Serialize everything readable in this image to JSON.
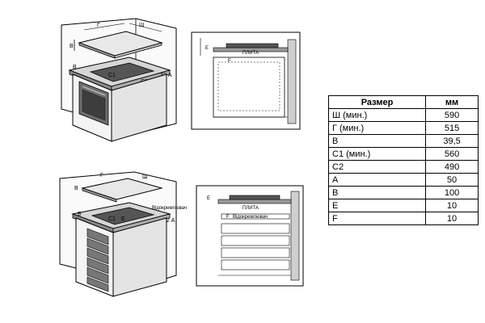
{
  "top_iso": {
    "labels": {
      "g": "Г",
      "w": "Ш",
      "v1": "В",
      "v2": "В",
      "c1": "С1",
      "c2": "С2",
      "a32": "32 А"
    }
  },
  "top_section": {
    "labels": {
      "e": "E",
      "f": "F",
      "plate": "ПЛИТА"
    }
  },
  "bottom_iso": {
    "labels": {
      "g": "Г",
      "w": "Ш",
      "v1": "В",
      "v2": "В",
      "c1": "С1",
      "e": "E",
      "c2": "С2",
      "a32": "32 А",
      "vid": "Відокремлювач"
    }
  },
  "bottom_section": {
    "labels": {
      "e": "E",
      "f": "F",
      "plate": "ПЛИТА",
      "vid": "Відокремлювач"
    }
  },
  "table": {
    "headers": [
      "Размер",
      "мм"
    ],
    "rows": [
      {
        "name": "Ш (мин.)",
        "value": "590"
      },
      {
        "name": "Г (мин.)",
        "value": "515"
      },
      {
        "name": "В",
        "value": "39,5"
      },
      {
        "name": "С1 (мин.)",
        "value": "560"
      },
      {
        "name": "С2",
        "value": "490"
      },
      {
        "name": "А",
        "value": "50"
      },
      {
        "name": "В",
        "value": "100"
      },
      {
        "name": "E",
        "value": "10"
      },
      {
        "name": "F",
        "value": "10"
      }
    ]
  }
}
